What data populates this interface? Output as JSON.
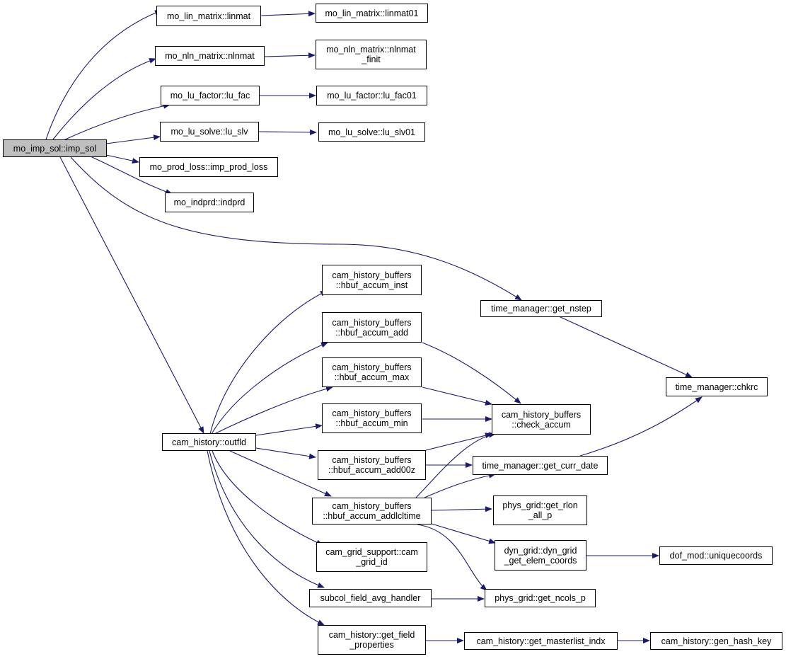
{
  "colors": {
    "edge": "#191970",
    "root_fill": "#bfbfbf",
    "node_border": "#000000"
  },
  "nodes": {
    "imp_sol": {
      "lines": [
        "mo_imp_sol::imp_sol"
      ],
      "root": true
    },
    "linmat": {
      "lines": [
        "mo_lin_matrix::linmat"
      ]
    },
    "linmat01": {
      "lines": [
        "mo_lin_matrix::linmat01"
      ]
    },
    "nlnmat": {
      "lines": [
        "mo_nln_matrix::nlnmat"
      ]
    },
    "nlnmat_finit": {
      "lines": [
        "mo_nln_matrix::nlnmat",
        "_finit"
      ]
    },
    "lu_fac": {
      "lines": [
        "mo_lu_factor::lu_fac"
      ]
    },
    "lu_fac01": {
      "lines": [
        "mo_lu_factor::lu_fac01"
      ]
    },
    "lu_slv": {
      "lines": [
        "mo_lu_solve::lu_slv"
      ]
    },
    "lu_slv01": {
      "lines": [
        "mo_lu_solve::lu_slv01"
      ]
    },
    "imp_prod_loss": {
      "lines": [
        "mo_prod_loss::imp_prod_loss"
      ]
    },
    "indprd": {
      "lines": [
        "mo_indprd::indprd"
      ]
    },
    "get_nstep": {
      "lines": [
        "time_manager::get_nstep"
      ]
    },
    "chkrc": {
      "lines": [
        "time_manager::chkrc"
      ]
    },
    "hbuf_inst": {
      "lines": [
        "cam_history_buffers",
        "::hbuf_accum_inst"
      ]
    },
    "hbuf_add": {
      "lines": [
        "cam_history_buffers",
        "::hbuf_accum_add"
      ]
    },
    "hbuf_max": {
      "lines": [
        "cam_history_buffers",
        "::hbuf_accum_max"
      ]
    },
    "hbuf_min": {
      "lines": [
        "cam_history_buffers",
        "::hbuf_accum_min"
      ]
    },
    "check_accum": {
      "lines": [
        "cam_history_buffers",
        "::check_accum"
      ]
    },
    "outfld": {
      "lines": [
        "cam_history::outfld"
      ]
    },
    "hbuf_add00z": {
      "lines": [
        "cam_history_buffers",
        "::hbuf_accum_add00z"
      ]
    },
    "get_curr_date": {
      "lines": [
        "time_manager::get_curr_date"
      ]
    },
    "hbuf_addlcltime": {
      "lines": [
        "cam_history_buffers",
        "::hbuf_accum_addlcltime"
      ]
    },
    "get_rlon": {
      "lines": [
        "phys_grid::get_rlon",
        "_all_p"
      ]
    },
    "dyn_grid": {
      "lines": [
        "dyn_grid::dyn_grid",
        "_get_elem_coords"
      ]
    },
    "uniquecoords": {
      "lines": [
        "dof_mod::uniquecoords"
      ]
    },
    "cam_grid_id": {
      "lines": [
        "cam_grid_support::cam",
        "_grid_id"
      ]
    },
    "subcol": {
      "lines": [
        "subcol_field_avg_handler"
      ]
    },
    "get_ncols": {
      "lines": [
        "phys_grid::get_ncols_p"
      ]
    },
    "get_field_props": {
      "lines": [
        "cam_history::get_field",
        "_properties"
      ]
    },
    "get_masterlist": {
      "lines": [
        "cam_history::get_masterlist_indx"
      ]
    },
    "gen_hash_key": {
      "lines": [
        "cam_history::gen_hash_key"
      ]
    }
  }
}
